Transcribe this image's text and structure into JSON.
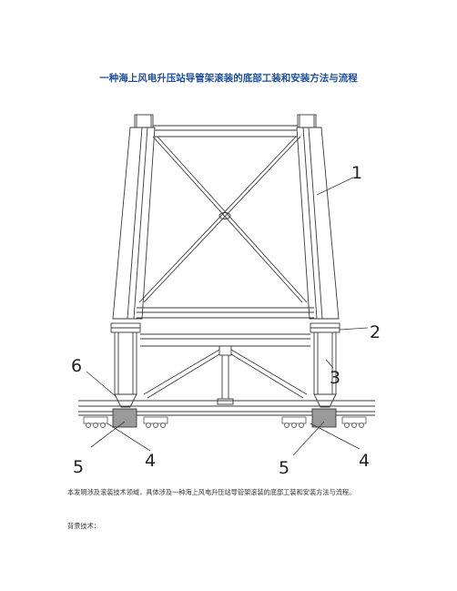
{
  "document": {
    "title": "一种海上风电升压站导管架滚装的底部工装和安装方法与流程",
    "paragraph": "本发明涉及滚装技术领域，具体涉及一种海上风电升压站导管架滚装的底部工装和安装方法与流程。",
    "section_heading": "背景技术："
  },
  "figure": {
    "callouts": [
      "1",
      "2",
      "3",
      "4",
      "5",
      "6",
      "5",
      "4"
    ]
  },
  "colors": {
    "title": "#1f4f9a",
    "line": "#3a3a3a"
  }
}
